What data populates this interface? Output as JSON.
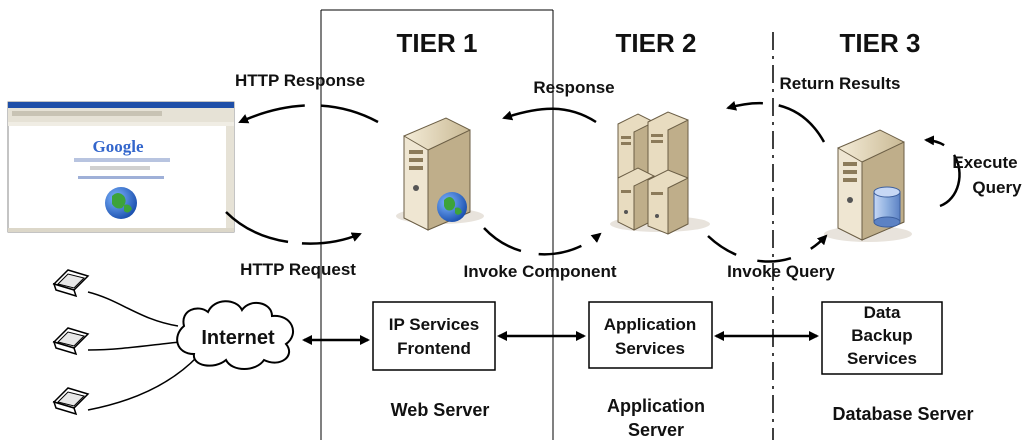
{
  "tiers": [
    {
      "label": "TIER 1"
    },
    {
      "label": "TIER 2"
    },
    {
      "label": "TIER 3"
    }
  ],
  "flows": {
    "http_response": "HTTP Response",
    "response": "Response",
    "return_results": "Return Results",
    "http_request": "HTTP Request",
    "invoke_component": "Invoke Component",
    "invoke_query": "Invoke Query",
    "execute_query_line1": "Execute",
    "execute_query_line2": "Query"
  },
  "browser": {
    "logo_text": "Google"
  },
  "network": {
    "cloud_label": "Internet"
  },
  "boxes": {
    "web": {
      "line1": "IP Services",
      "line2": "Frontend"
    },
    "app": {
      "line1": "Application",
      "line2": "Services"
    },
    "data": {
      "line1": "Data",
      "line2": "Backup",
      "line3": "Services"
    }
  },
  "servers": {
    "web": {
      "line1": "Web Server"
    },
    "app": {
      "line1": "Application",
      "line2": "Server"
    },
    "db": {
      "line1": "Database Server"
    }
  },
  "colors": {
    "server_body": "#e8dcc0",
    "server_side": "#b9a98a",
    "server_front": "#d9ccae",
    "globe_blue": "#2a6fd0",
    "globe_green": "#3da33a",
    "db_cylinder": "#8fb0e0",
    "browser_titlebar": "#1f4fa8"
  }
}
